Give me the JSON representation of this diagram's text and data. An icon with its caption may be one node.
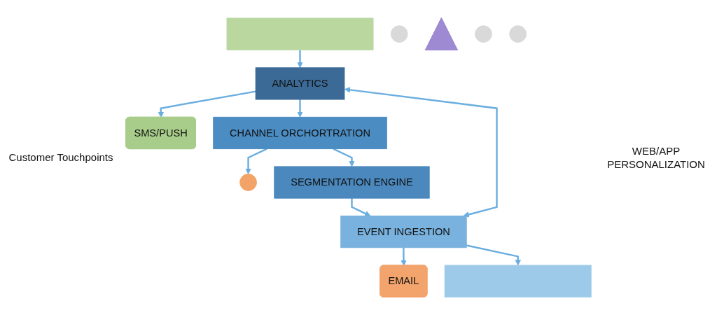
{
  "diagram": {
    "nodes": [
      {
        "text": [],
        "shape": "box"
      },
      {
        "text": [
          "ANALYTICS"
        ]
      },
      {
        "text": [
          "SMS/PUSH"
        ]
      },
      {
        "text": [],
        "shape": "circle"
      },
      {
        "text": [
          "CHANNEL ORCHORTRATION"
        ]
      },
      {
        "text": [],
        "shape": "circle"
      },
      {
        "text": [],
        "shape": "triangle"
      },
      {
        "text": [],
        "shape": "circle"
      },
      {
        "text": [],
        "shape": "circle"
      },
      {
        "text": [
          "SEGMENTATION ENGINE"
        ]
      },
      {
        "text": [
          "EMAIL"
        ]
      },
      {
        "text": [
          "EVENT INGESTION"
        ]
      },
      {
        "text": [],
        "shape": "box"
      }
    ],
    "edges": [
      {
        "from": 0,
        "to": 1,
        "arrow": "to"
      },
      {
        "from": 1,
        "to": 2,
        "arrow": "to"
      },
      {
        "from": 1,
        "to": 4,
        "arrow": "to"
      },
      {
        "from": 1,
        "to": 11,
        "arrow": "both"
      },
      {
        "from": 4,
        "to": 5,
        "arrow": "to"
      },
      {
        "from": 4,
        "to": 9,
        "arrow": "to"
      },
      {
        "from": 9,
        "to": 11,
        "arrow": "to"
      },
      {
        "from": 11,
        "to": 10,
        "arrow": "to"
      },
      {
        "from": 11,
        "to": 12,
        "arrow": "to"
      }
    ],
    "labels": [
      "Customer Touchpoints",
      "WEB/APP PERSONALIZATION"
    ]
  }
}
